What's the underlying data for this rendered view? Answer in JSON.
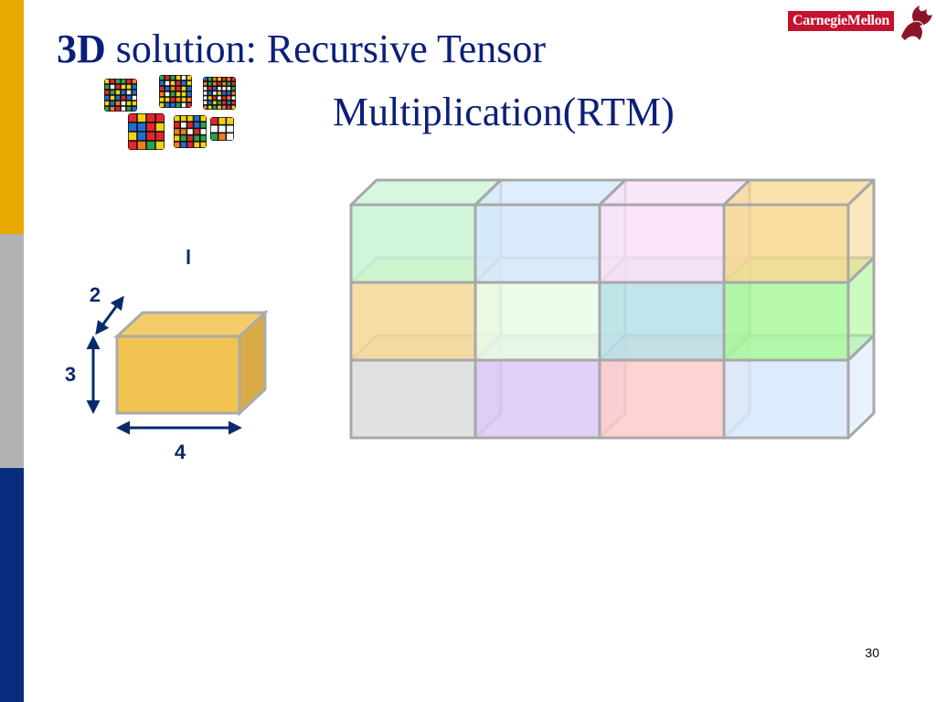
{
  "slide": {
    "title": {
      "bold_part": "3D",
      "rest_line1": " solution: Recursive Tensor",
      "line2": "Multiplication(RTM)"
    },
    "logo_text": "CarnegieMellon",
    "page_number": "30"
  },
  "colors": {
    "bar_gold": "#eaa900",
    "bar_gray": "#b2b2b2",
    "bar_blue": "#0a2c7e",
    "title": "#0b1f7a",
    "logo_bg": "#c4122f",
    "arrow": "#0b2a6e"
  },
  "single_block": {
    "label_l": "l",
    "label_depth": "2",
    "label_height": "3",
    "label_width": "4",
    "color": "#f2c350"
  },
  "grid": {
    "cols": 4,
    "rows": 3,
    "cells": [
      [
        "#c8f5d4",
        "#d3e8fb",
        "#f9dff8",
        "#f7d890"
      ],
      [
        "#f6d898",
        "#e8fbe6",
        "#b7e1e7",
        "#a8f89a"
      ],
      [
        "#dcdcdc",
        "#dcc8f6",
        "#fdcbcb",
        "#d7e9fc"
      ]
    ]
  },
  "icons": {
    "cubes_art": "rubiks-cubes-icon",
    "mascot": "griffin-mascot-icon"
  }
}
